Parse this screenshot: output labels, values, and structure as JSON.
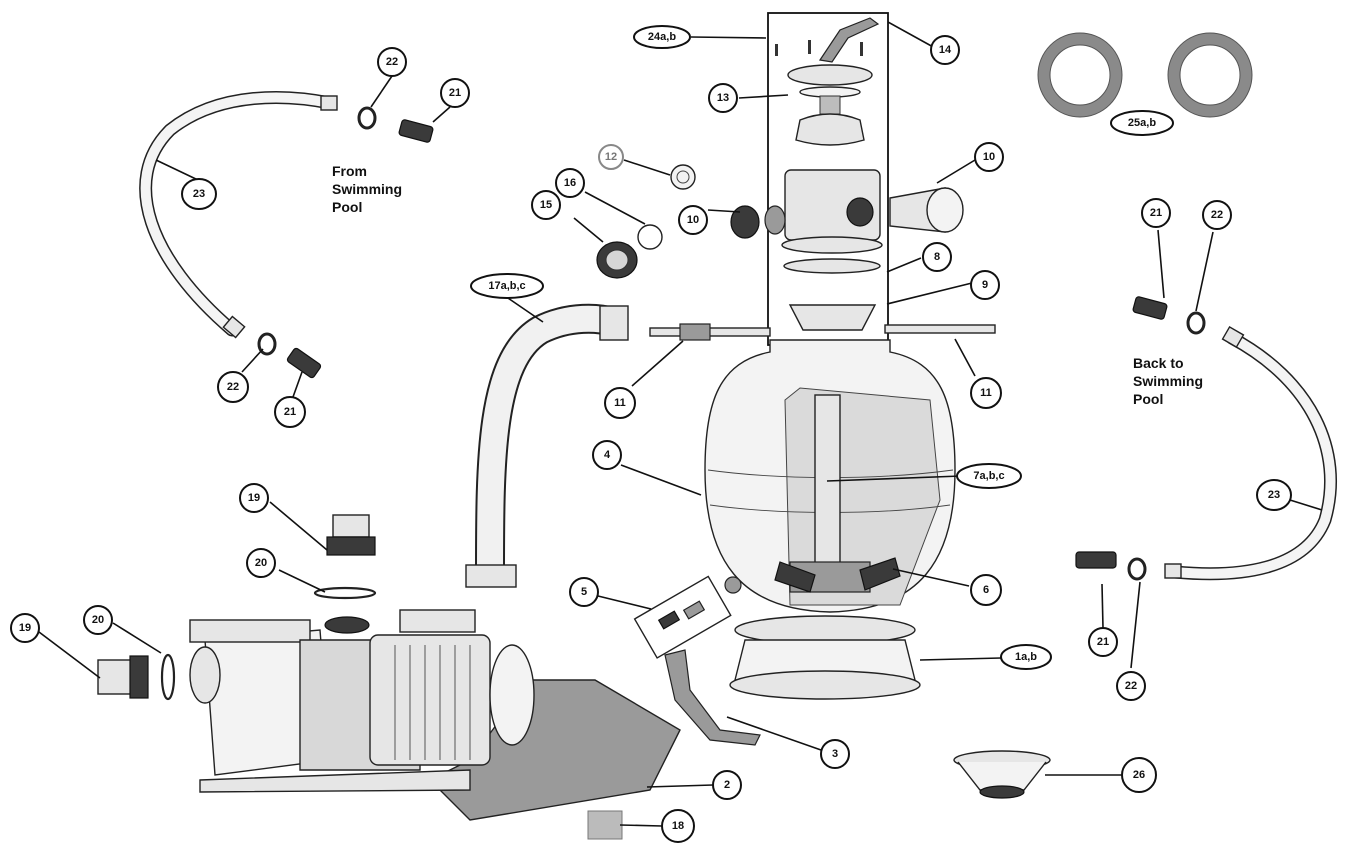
{
  "captions": {
    "from_pool": [
      "From",
      "Swimming",
      "Pool"
    ],
    "back_to_pool": [
      "Back to",
      "Swimming",
      "Pool"
    ]
  },
  "callouts": [
    {
      "id": "c-24ab",
      "label": "24a,b"
    },
    {
      "id": "c-14",
      "label": "14"
    },
    {
      "id": "c-13",
      "label": "13"
    },
    {
      "id": "c-25ab",
      "label": "25a,b"
    },
    {
      "id": "c-22-top",
      "label": "22"
    },
    {
      "id": "c-21-top",
      "label": "21"
    },
    {
      "id": "c-23-left",
      "label": "23"
    },
    {
      "id": "c-12",
      "label": "12"
    },
    {
      "id": "c-16",
      "label": "16"
    },
    {
      "id": "c-15",
      "label": "15"
    },
    {
      "id": "c-10-left",
      "label": "10"
    },
    {
      "id": "c-10-right",
      "label": "10"
    },
    {
      "id": "c-8",
      "label": "8"
    },
    {
      "id": "c-9",
      "label": "9"
    },
    {
      "id": "c-17abc",
      "label": "17a,b,c"
    },
    {
      "id": "c-21-right-top",
      "label": "21"
    },
    {
      "id": "c-22-right-top",
      "label": "22"
    },
    {
      "id": "c-22-left-mid",
      "label": "22"
    },
    {
      "id": "c-21-left-mid",
      "label": "21"
    },
    {
      "id": "c-11-left",
      "label": "11"
    },
    {
      "id": "c-11-right",
      "label": "11"
    },
    {
      "id": "c-4",
      "label": "4"
    },
    {
      "id": "c-7abc",
      "label": "7a,b,c"
    },
    {
      "id": "c-23-right",
      "label": "23"
    },
    {
      "id": "c-19-top",
      "label": "19"
    },
    {
      "id": "c-20-mid",
      "label": "20"
    },
    {
      "id": "c-5",
      "label": "5"
    },
    {
      "id": "c-6",
      "label": "6"
    },
    {
      "id": "c-19-left",
      "label": "19"
    },
    {
      "id": "c-20-left",
      "label": "20"
    },
    {
      "id": "c-1ab",
      "label": "1a,b"
    },
    {
      "id": "c-21-right-bot",
      "label": "21"
    },
    {
      "id": "c-22-right-bot",
      "label": "22"
    },
    {
      "id": "c-3",
      "label": "3"
    },
    {
      "id": "c-2",
      "label": "2"
    },
    {
      "id": "c-26",
      "label": "26"
    },
    {
      "id": "c-18",
      "label": "18"
    }
  ]
}
